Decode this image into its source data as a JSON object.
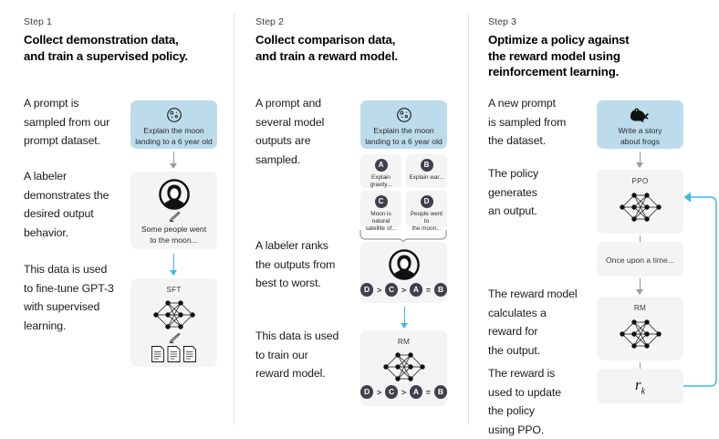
{
  "colors": {
    "prompt_box": "#bcdcec",
    "neutral_box": "#f4f4f4",
    "arrow_gray": "#9b9b9b",
    "arrow_blue": "#3cb8f0",
    "badge": "#40404d",
    "divider": "#e2e2e2",
    "text": "#1a1a1a"
  },
  "steps": [
    {
      "label": "Step 1",
      "title": "Collect demonstration data,\nand train a supervised policy.",
      "paragraphs": [
        "A prompt is\nsampled from our\nprompt dataset.",
        "A labeler\ndemonstrates the\ndesired output\nbehavior.",
        "This data is used\nto fine-tune GPT-3\nwith supervised\nlearning."
      ],
      "prompt_card": {
        "icon": "moon-icon",
        "text": "Explain the moon\nlanding to a 6 year old"
      },
      "labeler_card": {
        "icon": "labeler-avatar-icon",
        "pencil": "pencil-icon",
        "text": "Some people went\nto the moon..."
      },
      "model_card": {
        "title": "SFT",
        "icon": "neural-network-icon",
        "pencil": "pencil-icon",
        "documents": "documents-icon"
      }
    },
    {
      "label": "Step 2",
      "title": "Collect comparison data,\nand train a reward model.",
      "paragraphs": [
        "A prompt and\nseveral model\noutputs are\nsampled.",
        "A labeler ranks\nthe outputs from\nbest to worst.",
        "This data is used\nto train our\nreward model."
      ],
      "prompt_card": {
        "icon": "moon-icon",
        "text": "Explain the moon\nlanding to a 6 year old"
      },
      "outputs": [
        {
          "badge": "A",
          "text": "Explain gravity..."
        },
        {
          "badge": "B",
          "text": "Explain war..."
        },
        {
          "badge": "C",
          "text": "Moon is natural\nsatellite of..."
        },
        {
          "badge": "D",
          "text": "People went to\nthe moon..."
        }
      ],
      "ranking": [
        "D",
        ">",
        "C",
        ">",
        "A",
        "=",
        "B"
      ],
      "labeler_card": {
        "icon": "labeler-avatar-icon"
      },
      "model_card": {
        "title": "RM",
        "icon": "neural-network-icon"
      }
    },
    {
      "label": "Step 3",
      "title": "Optimize a policy against\nthe reward model using\nreinforcement learning.",
      "paragraphs": [
        "A new prompt\nis sampled from\nthe dataset.",
        "The policy\ngenerates\nan output.",
        "The reward model\ncalculates a\nreward for\nthe output.",
        "The reward is\nused to update\nthe policy\nusing PPO."
      ],
      "prompt_card": {
        "icon": "frog-icon",
        "text": "Write a story\nabout frogs"
      },
      "policy_card": {
        "title": "PPO",
        "icon": "neural-network-icon"
      },
      "output_card": {
        "text": "Once upon a time..."
      },
      "reward_card": {
        "title": "RM",
        "icon": "neural-network-icon"
      },
      "reward_value": {
        "symbol": "r",
        "subscript": "k"
      }
    }
  ]
}
